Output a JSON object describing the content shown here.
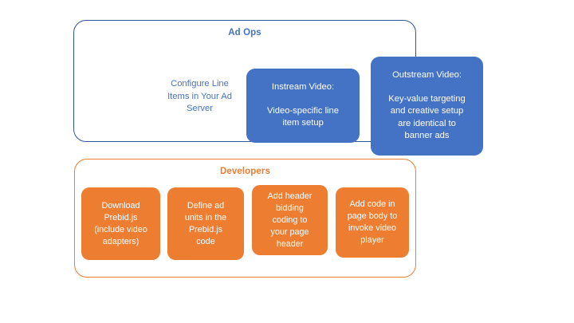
{
  "slide": {
    "background_color": "#FFFFFF",
    "groups": [
      {
        "id": "ad-ops",
        "title": "Ad Ops",
        "title_color": "#4472C4",
        "border_color": "#2E5496",
        "plain_text": {
          "lines": [
            "Configure Line",
            "Items in Your Ad",
            "Server"
          ],
          "color": "#4472C4"
        },
        "cards": [
          {
            "id": "instream-video",
            "fill_color": "#4472C4",
            "heading": "Instream Video:",
            "body_lines": [
              "Video-specific line",
              "item setup"
            ]
          },
          {
            "id": "outstream-video",
            "fill_color": "#4472C4",
            "heading": "Outstream Video:",
            "body_lines": [
              "Key-value targeting",
              "and creative setup",
              "are identical to",
              "banner ads"
            ]
          }
        ]
      },
      {
        "id": "developers",
        "title": "Developers",
        "title_color": "#ED7D31",
        "border_color": "#ED7D31",
        "cards": [
          {
            "id": "download-prebid",
            "fill_color": "#ED7D31",
            "body_lines": [
              "Download",
              "Prebid.js",
              "(include video",
              "adapters)"
            ]
          },
          {
            "id": "define-ad-units",
            "fill_color": "#ED7D31",
            "body_lines": [
              "Define ad",
              "units in the",
              "Prebid.js",
              "code"
            ]
          },
          {
            "id": "add-header-bidding",
            "fill_color": "#ED7D31",
            "body_lines": [
              "Add header",
              "bidding",
              "coding to",
              "your page",
              "header"
            ]
          },
          {
            "id": "add-page-body-code",
            "fill_color": "#ED7D31",
            "body_lines": [
              "Add code in",
              "page body to",
              "invoke video",
              "player"
            ]
          }
        ]
      }
    ]
  }
}
